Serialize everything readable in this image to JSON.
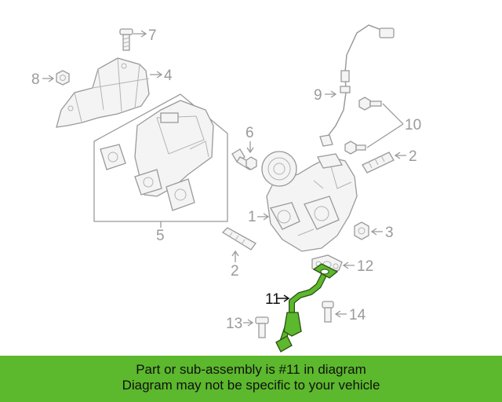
{
  "callouts": [
    {
      "label": "7"
    },
    {
      "label": "8"
    },
    {
      "label": "4"
    },
    {
      "label": "5"
    },
    {
      "label": "6"
    },
    {
      "label": "9"
    },
    {
      "label": "10"
    },
    {
      "label": "2"
    },
    {
      "label": "1"
    },
    {
      "label": "3"
    },
    {
      "label": "2"
    },
    {
      "label": "12"
    },
    {
      "label": "11"
    },
    {
      "label": "13"
    },
    {
      "label": "14"
    }
  ],
  "highlight_color": "#5cb82c",
  "banner": {
    "line1": "Part or sub-assembly is #11 in diagram",
    "line2": "Diagram may not be specific to your vehicle"
  }
}
